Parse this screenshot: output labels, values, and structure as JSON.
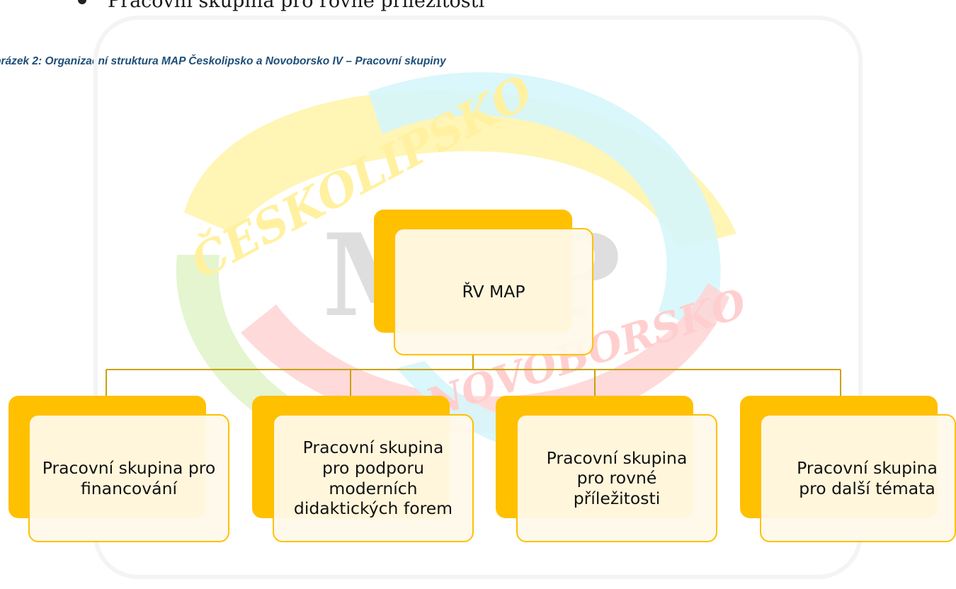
{
  "document": {
    "bullet_text": "Pracovní skupina pro rovné příležitosti",
    "caption": "brázek 2: Organizační struktura MAP Českolipsko a Novoborsko IV – Pracovní skupiny"
  },
  "watermark": {
    "word_top": "ČESKOLIPSKO",
    "word_center": "MAP",
    "word_bottom": "NOVOBORSKO",
    "colors": {
      "yellow": "#fff3a8",
      "red": "#ffd3d3",
      "cyan": "#d6f6fb",
      "green": "#dff3c8",
      "brand_orange": "#ffc000"
    }
  },
  "org_chart": {
    "root": {
      "label": "ŘV MAP"
    },
    "groups": [
      {
        "label": "Pracovní skupina pro financování"
      },
      {
        "label": "Pracovní skupina pro podporu moderních didaktických forem"
      },
      {
        "label": "Pracovní skupina pro rovné příležitosti"
      },
      {
        "label": "Pracovní skupina pro další témata"
      }
    ],
    "connector_color": "#c9a200"
  }
}
